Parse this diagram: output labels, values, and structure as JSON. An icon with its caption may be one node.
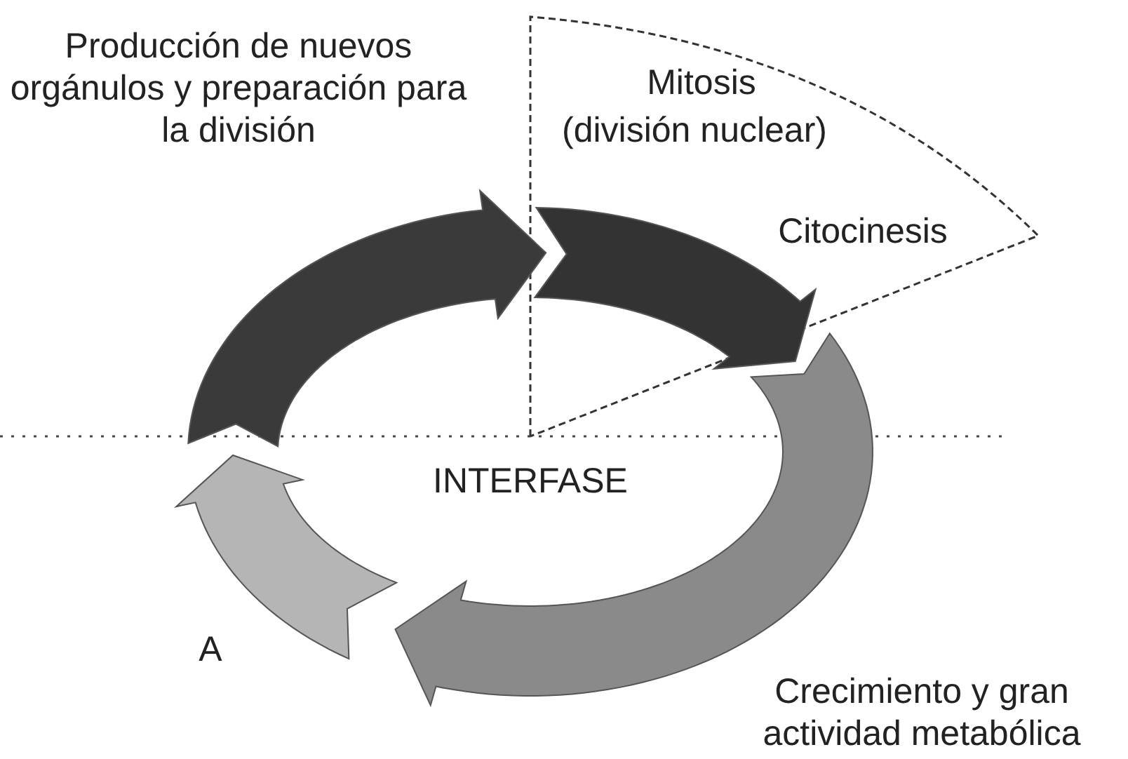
{
  "diagram": {
    "labels": [
      "Producción de nuevos orgánulos y preparación para la división",
      "Mitosis",
      "(división nuclear)",
      "Citocinesis",
      "INTERFASE",
      "A",
      "Crecimiento y gran actividad metabólica"
    ]
  }
}
